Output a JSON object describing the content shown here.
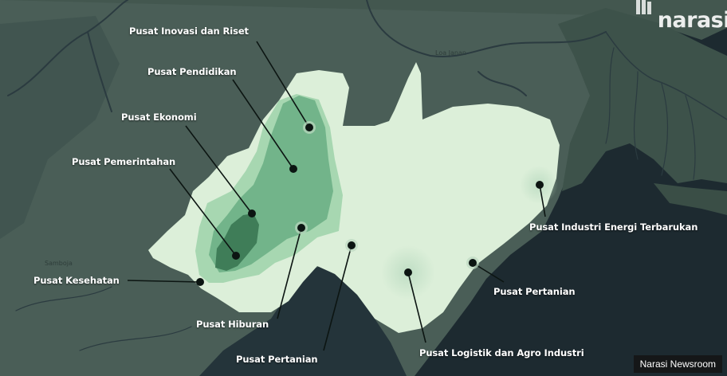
{
  "brand": {
    "name": "narasi"
  },
  "credit": "Narasi Newsroom",
  "place_names": {
    "loa_janan": "Loa Janan",
    "samboja": "Samboja"
  },
  "colors": {
    "water": "#1d2a30",
    "land": "#4a5e57",
    "zone_base": "#dcefd9",
    "zone_light": "#a7d7b1",
    "zone_mid": "#72b48a",
    "zone_dark": "#3f7d58",
    "marker": "#0c1512"
  },
  "labels": {
    "inovasi": "Pusat Inovasi dan Riset",
    "pendidikan": "Pusat Pendidikan",
    "ekonomi": "Pusat Ekonomi",
    "pemerintahan": "Pusat Pemerintahan",
    "kesehatan": "Pusat Kesehatan",
    "hiburan": "Pusat Hiburan",
    "pertanian_south": "Pusat Pertanian",
    "logistik": "Pusat Logistik dan Agro Industri",
    "pertanian_east": "Pusat Pertanian",
    "energi": "Pusat Industri Energi Terbarukan"
  }
}
